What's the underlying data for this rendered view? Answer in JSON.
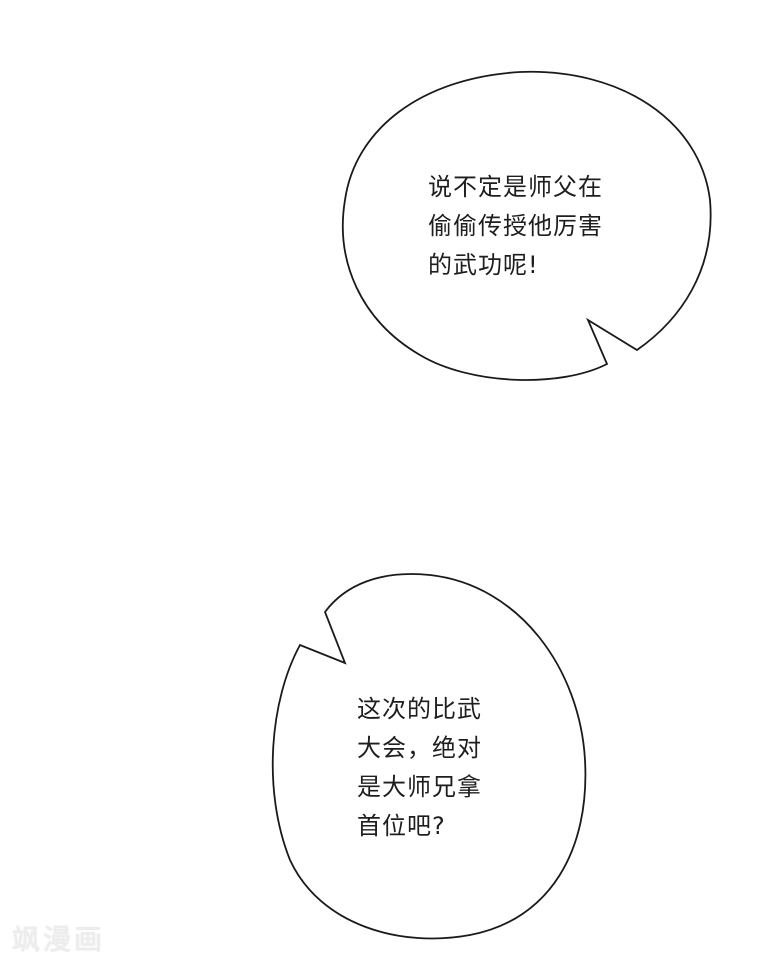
{
  "panel": {
    "background": "#ffffff",
    "bubbles": [
      {
        "id": "bubble-1",
        "lines": [
          "说不定是师父在",
          "偷偷传授他厉害",
          "的武功呢!"
        ]
      },
      {
        "id": "bubble-2",
        "lines": [
          "这次的比武",
          "大会，绝对",
          "是大师兄拿",
          "首位吧?"
        ]
      }
    ],
    "watermark": "飒漫画"
  }
}
